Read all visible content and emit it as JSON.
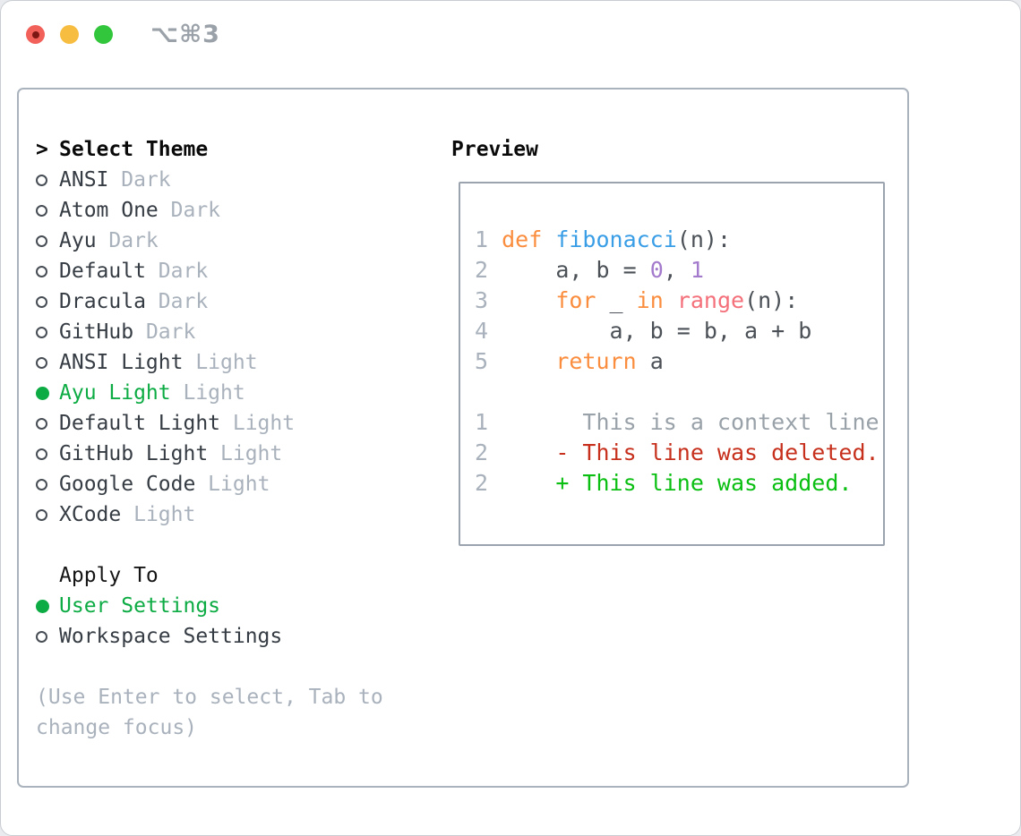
{
  "window": {
    "title_shortcut": "⌥⌘3",
    "traffic_lights": [
      "close-button",
      "minimize-button",
      "zoom-button"
    ]
  },
  "colors": {
    "keyword": "#fa8d3e",
    "entity": "#399ee6",
    "number": "#a37acc",
    "call": "#f4707b",
    "plain": "#4b5157",
    "lnum": "#a9b2bc",
    "ctx": "#99a1a9",
    "del": "#c6301c",
    "add": "#0abf12",
    "selected": "#0cab43",
    "dim": "#a9b2bc",
    "text": "#363c43"
  },
  "left": {
    "header": {
      "prefix": ">",
      "label": "Select Theme"
    },
    "themes": [
      {
        "name": "ANSI",
        "tag": "Dark",
        "selected": false
      },
      {
        "name": "Atom One",
        "tag": "Dark",
        "selected": false
      },
      {
        "name": "Ayu",
        "tag": "Dark",
        "selected": false
      },
      {
        "name": "Default",
        "tag": "Dark",
        "selected": false
      },
      {
        "name": "Dracula",
        "tag": "Dark",
        "selected": false
      },
      {
        "name": "GitHub",
        "tag": "Dark",
        "selected": false
      },
      {
        "name": "ANSI Light",
        "tag": "Light",
        "selected": false
      },
      {
        "name": "Ayu Light",
        "tag": "Light",
        "selected": true
      },
      {
        "name": "Default Light",
        "tag": "Light",
        "selected": false
      },
      {
        "name": "GitHub Light",
        "tag": "Light",
        "selected": false
      },
      {
        "name": "Google Code",
        "tag": "Light",
        "selected": false
      },
      {
        "name": "XCode",
        "tag": "Light",
        "selected": false
      }
    ],
    "apply": {
      "header": "Apply To",
      "options": [
        {
          "label": "User Settings",
          "selected": true
        },
        {
          "label": "Workspace Settings",
          "selected": false
        }
      ]
    },
    "hint": "(Use Enter to select, Tab to change focus)"
  },
  "preview": {
    "header": "Preview",
    "lines": [
      {
        "num": "1",
        "tokens": [
          {
            "c": "kw",
            "t": "def "
          },
          {
            "c": "fn",
            "t": "fibonacci"
          },
          {
            "c": "pl",
            "t": "(n):"
          }
        ]
      },
      {
        "num": "2",
        "tokens": [
          {
            "c": "pl",
            "t": "    a, b = "
          },
          {
            "c": "num",
            "t": "0"
          },
          {
            "c": "pl",
            "t": ", "
          },
          {
            "c": "num",
            "t": "1"
          }
        ]
      },
      {
        "num": "3",
        "tokens": [
          {
            "c": "pl",
            "t": "    "
          },
          {
            "c": "kw",
            "t": "for"
          },
          {
            "c": "pl",
            "t": " _ "
          },
          {
            "c": "kw",
            "t": "in"
          },
          {
            "c": "pl",
            "t": " "
          },
          {
            "c": "call",
            "t": "range"
          },
          {
            "c": "pl",
            "t": "(n):"
          }
        ]
      },
      {
        "num": "4",
        "tokens": [
          {
            "c": "pl",
            "t": "        a, b = b, a + b"
          }
        ]
      },
      {
        "num": "5",
        "tokens": [
          {
            "c": "pl",
            "t": "    "
          },
          {
            "c": "kw",
            "t": "return"
          },
          {
            "c": "pl",
            "t": " a"
          }
        ]
      },
      {
        "blank": true
      },
      {
        "num": "1",
        "tokens": [
          {
            "c": "ctx",
            "t": "      This is a context line."
          }
        ]
      },
      {
        "num": "2",
        "tokens": [
          {
            "c": "del",
            "t": "    - This line was deleted."
          }
        ]
      },
      {
        "num": "2",
        "tokens": [
          {
            "c": "add",
            "t": "    + This line was added."
          }
        ]
      }
    ]
  }
}
